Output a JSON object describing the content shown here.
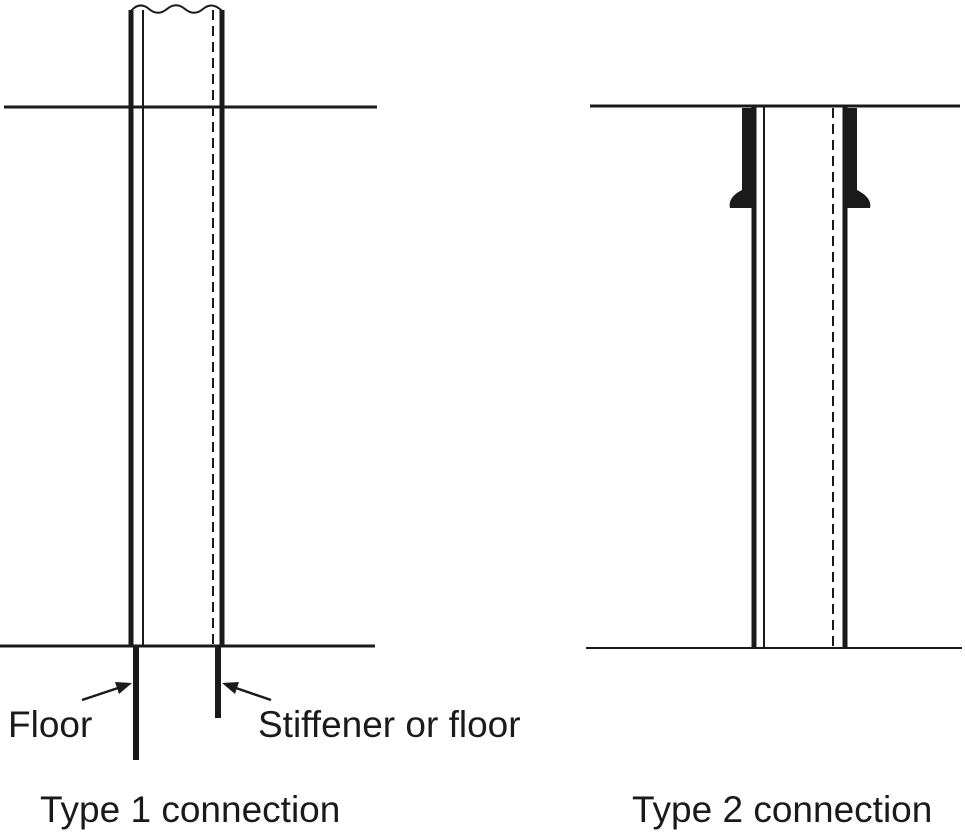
{
  "labels": {
    "floor": "Floor",
    "stiffener": "Stiffener or floor"
  },
  "captions": {
    "type1": "Type 1 connection",
    "type2": "Type 2 connection"
  },
  "colors": {
    "ink": "#1a1a1a",
    "background": "#ffffff"
  }
}
